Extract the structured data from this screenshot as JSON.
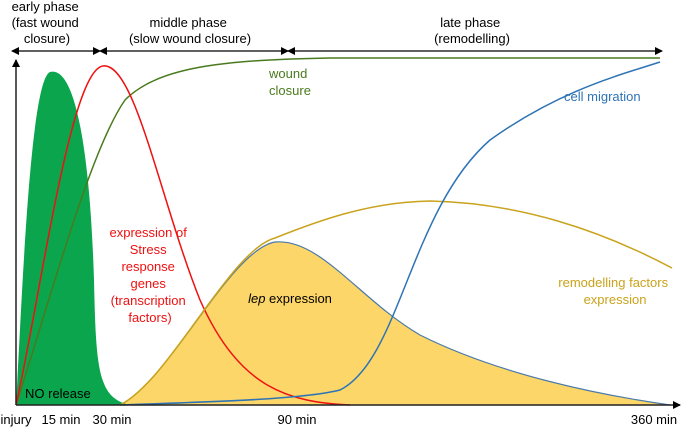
{
  "phases": {
    "early": {
      "line1": "early phase",
      "line2": "(fast wound",
      "line3": "closure)"
    },
    "middle": {
      "line1": "middle phase",
      "line2": "(slow wound closure)"
    },
    "late": {
      "line1": "late phase",
      "line2": "(remodelling)"
    }
  },
  "curves": {
    "wound_closure": {
      "line1": "wound",
      "line2": "closure",
      "color": "#4a7a1e"
    },
    "cell_migration": {
      "label": "cell migration",
      "color": "#2e74b5"
    },
    "stress": {
      "line1": "expression of",
      "line2": "Stress",
      "line3": "response",
      "line4": "genes",
      "line5": "(transcription",
      "line6": "factors)",
      "color": "#ee1111"
    },
    "lep": {
      "italic": "lep",
      "rest": " expression",
      "fill": "#fcd668",
      "stroke": "#4a7aa8"
    },
    "remodelling": {
      "line1": "remodelling factors",
      "line2": "expression",
      "color": "#c9a31c"
    },
    "no_release": {
      "label": "NO release",
      "fill": "#0ba54d"
    }
  },
  "x_axis": {
    "ticks": [
      "injury",
      "15 min",
      "30 min",
      "90 min",
      "360 min"
    ]
  },
  "colors": {
    "axis": "#222222",
    "phase_arrow": "#000000"
  }
}
